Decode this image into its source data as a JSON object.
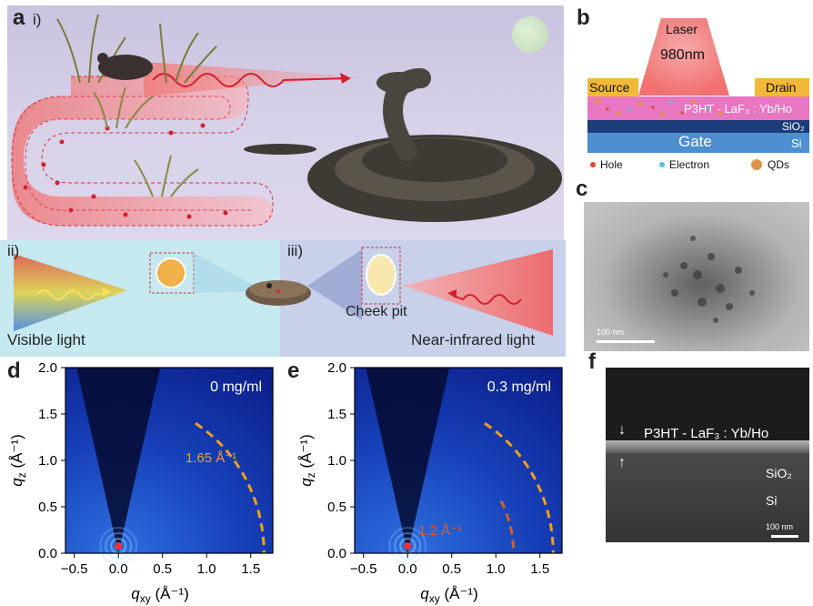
{
  "panel_a": {
    "letter": "a",
    "sub_i": "i)",
    "sub_ii": "ii)",
    "sub_iii": "iii)",
    "visible_label": "Visible light",
    "nir_label": "Near-infrared light",
    "cheek_pit_label": "Cheek pit"
  },
  "panel_b": {
    "letter": "b",
    "laser_label": "Laser",
    "wavelength_label": "980nm",
    "source_label": "Source",
    "drain_label": "Drain",
    "channel_label": "P3HT - LaF₃ : Yb/Ho",
    "sio2_label": "SiO₂",
    "gate_label": "Gate",
    "si_label": "Si",
    "legend": [
      {
        "label": "Hole",
        "color": "#e04a2a"
      },
      {
        "label": "Electron",
        "color": "#5bc0de"
      },
      {
        "label": "QDs",
        "color": "#e0924a"
      }
    ]
  },
  "panel_c": {
    "letter": "c",
    "scale_label": "100 nm"
  },
  "panel_f": {
    "letter": "f",
    "film_label": "P3HT - LaF₃ : Yb/Ho",
    "sio2_label": "SiO₂",
    "si_label": "Si",
    "scale_label": "100 nm"
  },
  "panel_d": {
    "letter": "d",
    "conc_label": "0 mg/ml",
    "arc_label": "1.65 Å⁻¹"
  },
  "panel_e": {
    "letter": "e",
    "conc_label": "0.3 mg/ml",
    "arc_label_outer": "",
    "arc_label_inner": "1.2 Å⁻¹"
  },
  "giwaxs_axes": {
    "xlabel": "q",
    "xlabel_sub": "xy",
    "xlabel_unit": "(Å⁻¹)",
    "ylabel": "q",
    "ylabel_sub": "z",
    "ylabel_unit": "(Å⁻¹)",
    "xticks": [
      "−0.5",
      "0.0",
      "0.5",
      "1.0",
      "1.5"
    ],
    "yticks": [
      "0.0",
      "0.5",
      "1.0",
      "1.5",
      "2.0"
    ]
  },
  "chart_data": [
    {
      "type": "heatmap",
      "xlim": [
        -0.6,
        1.75
      ],
      "ylim": [
        0,
        2.0
      ],
      "xticks": [
        -0.5,
        0.0,
        0.5,
        1.0,
        1.5
      ],
      "yticks": [
        0.0,
        0.5,
        1.0,
        1.5,
        2.0
      ],
      "arcs": [
        {
          "q": 1.65,
          "color": "#f0a020"
        }
      ]
    },
    {
      "type": "heatmap",
      "xlim": [
        -0.6,
        1.75
      ],
      "ylim": [
        0,
        2.0
      ],
      "xticks": [
        -0.5,
        0.0,
        0.5,
        1.0,
        1.5
      ],
      "yticks": [
        0.0,
        0.5,
        1.0,
        1.5,
        2.0
      ],
      "arcs": [
        {
          "q": 1.65,
          "color": "#f0a020"
        },
        {
          "q": 1.2,
          "color": "#d0602a"
        }
      ]
    }
  ]
}
